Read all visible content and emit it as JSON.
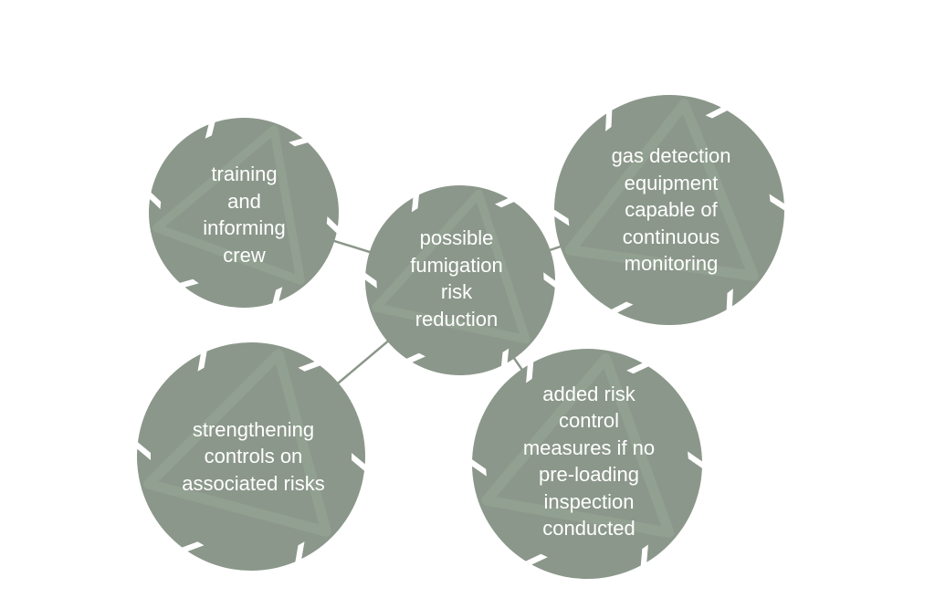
{
  "colors": {
    "node_fill": "#8b978a",
    "node_accent": "#97a795",
    "gap": "#ffffff",
    "connector": "#8b978a",
    "text": "#ffffff"
  },
  "center": {
    "text": "possible\nfumigation\nrisk\nreduction"
  },
  "nodes": [
    {
      "id": "tl",
      "text": "training\nand\ninforming\ncrew"
    },
    {
      "id": "tr",
      "text": "gas detection\nequipment\ncapable of\ncontinuous\nmonitoring"
    },
    {
      "id": "bl",
      "text": "strengthening\ncontrols on\nassociated risks"
    },
    {
      "id": "br",
      "text": "added risk\ncontrol\nmeasures if no\npre-loading\ninspection\nconducted"
    }
  ]
}
